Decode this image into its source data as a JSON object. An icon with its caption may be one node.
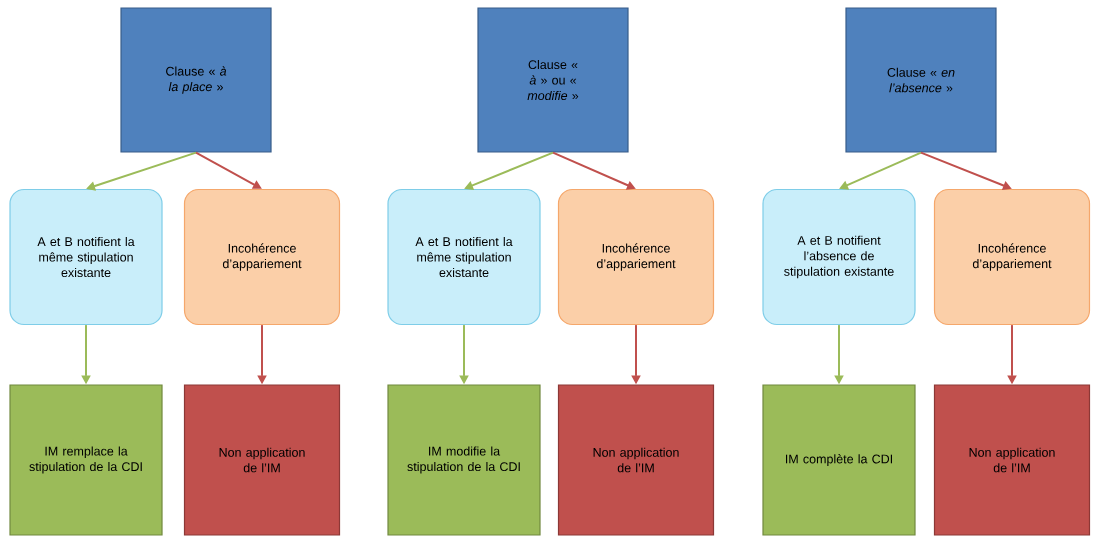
{
  "diagram": {
    "nodes": [
      {
        "text": [
          "Clause « *à la place* »"
        ]
      },
      {
        "text": [
          "A et B notifient la même stipulation existante"
        ]
      },
      {
        "text": [
          "Incohérence d’appariement"
        ]
      },
      {
        "text": [
          "IM remplace la stipulation de la CDI"
        ]
      },
      {
        "text": [
          "Non application de l’IM"
        ]
      },
      {
        "text": [
          "Clause « *à* » ou « *modifie* »"
        ]
      },
      {
        "text": [
          "A et B notifient la même stipulation existante"
        ]
      },
      {
        "text": [
          "Incohérence d’appariement"
        ]
      },
      {
        "text": [
          "IM modifie la stipulation de la CDI"
        ]
      },
      {
        "text": [
          "Non application de l’IM"
        ]
      },
      {
        "text": [
          "Clause « *en l’absence* »"
        ]
      },
      {
        "text": [
          "A et B notifient l’absence de stipulation existante"
        ]
      },
      {
        "text": [
          "Incohérence d’appariement"
        ]
      },
      {
        "text": [
          "IM complète la CDI"
        ]
      },
      {
        "text": [
          "Non application de l’IM"
        ]
      }
    ],
    "edges": [
      {
        "from": 0,
        "to": 1,
        "arrow": "to",
        "color": "#9bbb59"
      },
      {
        "from": 0,
        "to": 2,
        "arrow": "to",
        "color": "#c0504d"
      },
      {
        "from": 1,
        "to": 3,
        "arrow": "to",
        "color": "#9bbb59"
      },
      {
        "from": 2,
        "to": 4,
        "arrow": "to",
        "color": "#c0504d"
      },
      {
        "from": 5,
        "to": 6,
        "arrow": "to",
        "color": "#9bbb59"
      },
      {
        "from": 5,
        "to": 7,
        "arrow": "to",
        "color": "#c0504d"
      },
      {
        "from": 6,
        "to": 8,
        "arrow": "to",
        "color": "#9bbb59"
      },
      {
        "from": 7,
        "to": 9,
        "arrow": "to",
        "color": "#c0504d"
      },
      {
        "from": 10,
        "to": 11,
        "arrow": "to",
        "color": "#9bbb59"
      },
      {
        "from": 10,
        "to": 12,
        "arrow": "to",
        "color": "#c0504d"
      },
      {
        "from": 11,
        "to": 13,
        "arrow": "to",
        "color": "#9bbb59"
      },
      {
        "from": 12,
        "to": 14,
        "arrow": "to",
        "color": "#c0504d"
      }
    ]
  }
}
